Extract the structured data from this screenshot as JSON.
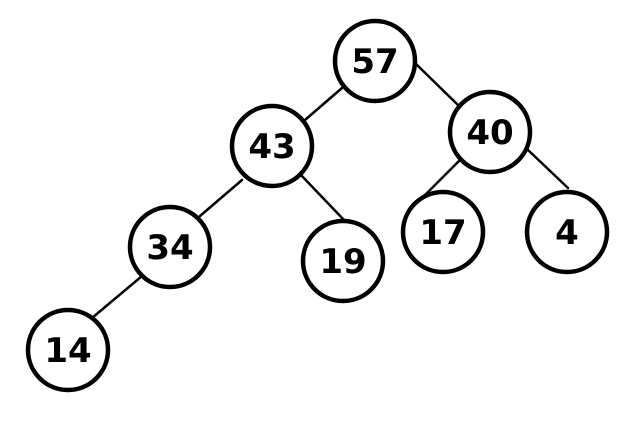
{
  "tree": {
    "nodes": [
      {
        "id": "n57",
        "label": "57"
      },
      {
        "id": "n43",
        "label": "43"
      },
      {
        "id": "n40",
        "label": "40"
      },
      {
        "id": "n34",
        "label": "34"
      },
      {
        "id": "n19",
        "label": "19"
      },
      {
        "id": "n17",
        "label": "17"
      },
      {
        "id": "n4",
        "label": "4"
      },
      {
        "id": "n14",
        "label": "14"
      }
    ],
    "edges": [
      {
        "from": "n57",
        "to": "n43"
      },
      {
        "from": "n57",
        "to": "n40"
      },
      {
        "from": "n43",
        "to": "n34"
      },
      {
        "from": "n43",
        "to": "n19"
      },
      {
        "from": "n40",
        "to": "n17"
      },
      {
        "from": "n40",
        "to": "n4"
      },
      {
        "from": "n34",
        "to": "n14"
      }
    ]
  }
}
